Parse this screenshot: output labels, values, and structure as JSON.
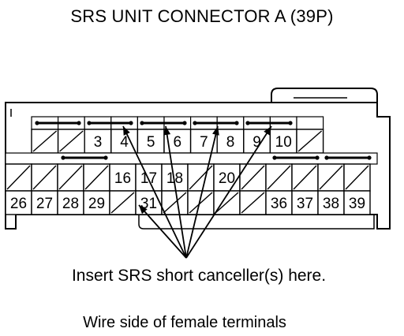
{
  "title": "SRS UNIT CONNECTOR A (39P)",
  "instruction": "Insert SRS short canceller(s) here.",
  "footer": "Wire side of female terminals",
  "top_row": [
    {
      "label": "",
      "blank": true
    },
    {
      "label": "",
      "blank": true
    },
    {
      "label": "3",
      "blank": false
    },
    {
      "label": "4",
      "blank": false
    },
    {
      "label": "5",
      "blank": false
    },
    {
      "label": "6",
      "blank": false
    },
    {
      "label": "7",
      "blank": false
    },
    {
      "label": "8",
      "blank": false
    },
    {
      "label": "9",
      "blank": false
    },
    {
      "label": "10",
      "blank": false
    },
    {
      "label": "",
      "blank": true
    }
  ],
  "middle_row": [
    {
      "label": "",
      "blank": true
    },
    {
      "label": "",
      "blank": true
    },
    {
      "label": "",
      "blank": true
    },
    {
      "label": "",
      "blank": true
    },
    {
      "label": "16",
      "blank": false
    },
    {
      "label": "17",
      "blank": false
    },
    {
      "label": "18",
      "blank": false
    },
    {
      "label": "",
      "blank": true
    },
    {
      "label": "20",
      "blank": false
    },
    {
      "label": "",
      "blank": true
    },
    {
      "label": "",
      "blank": true
    },
    {
      "label": "",
      "blank": true
    },
    {
      "label": "",
      "blank": true
    },
    {
      "label": "",
      "blank": true
    }
  ],
  "bottom_row": [
    {
      "label": "26",
      "blank": false
    },
    {
      "label": "27",
      "blank": false
    },
    {
      "label": "28",
      "blank": false
    },
    {
      "label": "29",
      "blank": false
    },
    {
      "label": "",
      "blank": true
    },
    {
      "label": "31",
      "blank": false
    },
    {
      "label": "",
      "blank": true
    },
    {
      "label": "",
      "blank": true
    },
    {
      "label": "",
      "blank": true
    },
    {
      "label": "",
      "blank": true
    },
    {
      "label": "36",
      "blank": false
    },
    {
      "label": "37",
      "blank": false
    },
    {
      "label": "38",
      "blank": false
    },
    {
      "label": "39",
      "blank": false
    }
  ]
}
